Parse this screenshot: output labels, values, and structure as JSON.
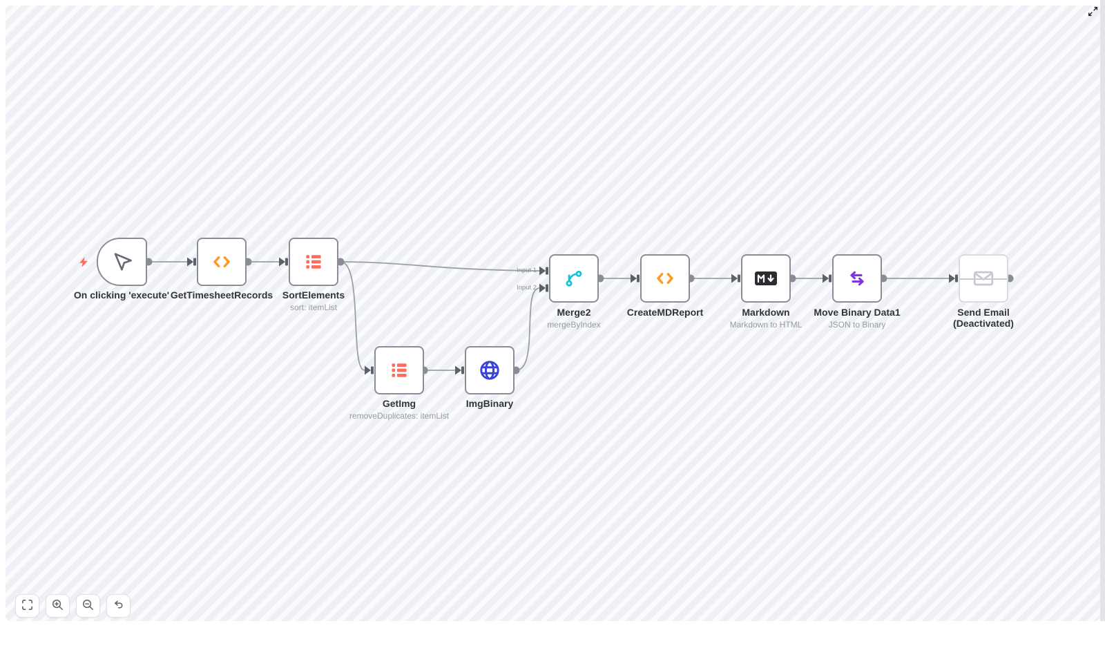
{
  "app": "workflow-editor-canvas",
  "nodes": [
    {
      "name": "On clicking 'execute'",
      "subtitle": "",
      "icon": "mouse-pointer-icon",
      "type": "manual-trigger",
      "deactivated": false
    },
    {
      "name": "GetTimesheetRecords",
      "subtitle": "",
      "icon": "code-icon",
      "type": "function",
      "deactivated": false
    },
    {
      "name": "SortElements",
      "subtitle": "sort: itemList",
      "icon": "item-list-icon",
      "type": "item-lists",
      "deactivated": false
    },
    {
      "name": "GetImg",
      "subtitle": "removeDuplicates: itemList",
      "icon": "item-list-icon",
      "type": "item-lists",
      "deactivated": false
    },
    {
      "name": "ImgBinary",
      "subtitle": "",
      "icon": "globe-icon",
      "type": "http-request",
      "deactivated": false
    },
    {
      "name": "Merge2",
      "subtitle": "mergeByIndex",
      "icon": "merge-icon",
      "type": "merge",
      "deactivated": false
    },
    {
      "name": "CreateMDReport",
      "subtitle": "",
      "icon": "code-icon",
      "type": "function",
      "deactivated": false
    },
    {
      "name": "Markdown",
      "subtitle": "Markdown to HTML",
      "icon": "markdown-icon",
      "type": "markdown",
      "deactivated": false
    },
    {
      "name": "Move Binary Data1",
      "subtitle": "JSON to Binary",
      "icon": "transfer-arrows-icon",
      "type": "move-binary-data",
      "deactivated": false
    },
    {
      "name": "Send Email",
      "name_line2": "(Deactivated)",
      "subtitle": "",
      "icon": "envelope-icon",
      "type": "email-send",
      "deactivated": true
    }
  ],
  "merge_input_labels": [
    "Input 1",
    "Input 2"
  ],
  "controls": [
    {
      "icon": "fit-view-icon",
      "action": "fit-view"
    },
    {
      "icon": "zoom-in-icon",
      "action": "zoom-in"
    },
    {
      "icon": "zoom-out-icon",
      "action": "zoom-out"
    },
    {
      "icon": "undo-icon",
      "action": "undo"
    }
  ],
  "header": {
    "expand_icon": "expand-diagonal-icon"
  },
  "colors": {
    "stripe_dark": "#eef0f6",
    "stripe_light": "#fafbfd",
    "node_border": "#8a8d95",
    "node_border_disabled": "#d9dbe3",
    "connector": "#9b9ea5",
    "connector_disabled": "#c6c9d1",
    "port": "#8a8d95",
    "input_port": "#5d6069",
    "icon_red": "#ff6d5a",
    "icon_orange": "#ff9a1f",
    "icon_blue": "#3a43d8",
    "icon_cyan": "#16c3d6",
    "icon_purple": "#8133e0",
    "icon_dark": "#2b2d33",
    "icon_gray_disabled": "#c6c9d1",
    "trigger_bolt": "#ff6d5a"
  }
}
